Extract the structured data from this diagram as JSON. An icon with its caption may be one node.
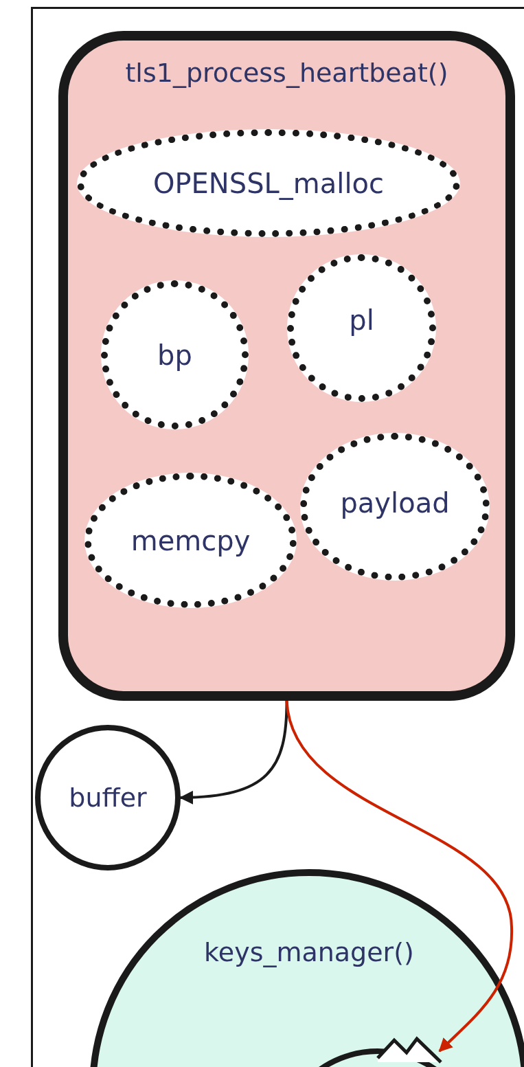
{
  "diagram": {
    "nodes": [
      {
        "text": [],
        "shape": "box"
      },
      {
        "text": [
          "tls1_process_heartbeat()"
        ],
        "in": 0
      },
      {
        "text": [
          "OPENSSL_malloc"
        ],
        "in": 1
      },
      {
        "text": [
          "bp"
        ],
        "in": 1
      },
      {
        "text": [
          "pl"
        ],
        "in": 1
      },
      {
        "text": [
          "memcpy"
        ],
        "in": 1
      },
      {
        "text": [
          "payload"
        ],
        "in": 1
      },
      {
        "text": [
          "buffer"
        ],
        "in": 0
      },
      {
        "text": [
          "keys_manager()"
        ],
        "in": 0
      },
      {
        "text": [],
        "shape": "circle",
        "in": 8
      }
    ],
    "edges": [
      {
        "from": 1,
        "to": 7,
        "arrow": "to"
      },
      {
        "from": 1,
        "to": 9,
        "arrow": "to",
        "color": "#cc2200"
      }
    ]
  }
}
